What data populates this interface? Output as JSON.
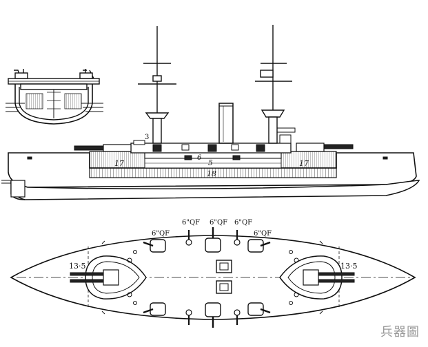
{
  "elevation_labels": {
    "bow_belt": "17",
    "stern_belt": "17",
    "upper_belt": "5",
    "main_belt": "18",
    "casemate": "6",
    "small_gun": "3"
  },
  "plan_labels": {
    "fore_barbette": "13·5",
    "aft_barbette": "13·5",
    "qf_top_left": "6\"QF",
    "qf_top_center_left": "6\"QF",
    "qf_top_center": "6\"QF",
    "qf_top_center_right": "6\"QF",
    "qf_top_right": "6\"QF"
  },
  "watermark": "兵器圖",
  "colors": {
    "ink": "#111111",
    "paper": "#ffffff",
    "watermark": "#9a9a9a"
  }
}
